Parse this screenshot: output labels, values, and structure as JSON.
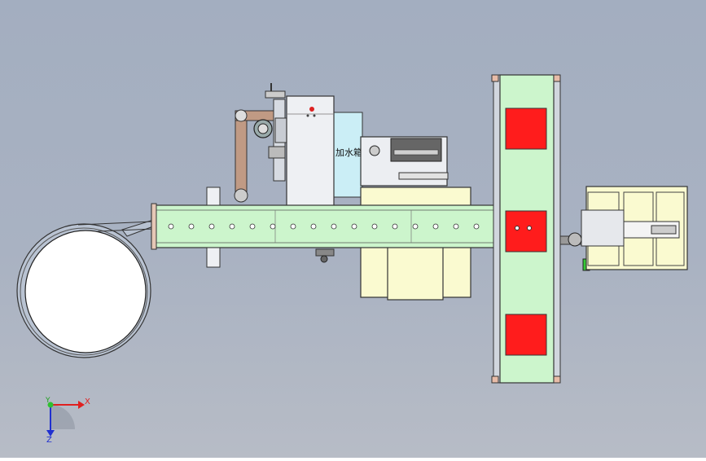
{
  "labels": {
    "tank_label": "加水箱"
  },
  "triad": {
    "x_label": "X",
    "y_label": "Y",
    "z_label": "Z"
  },
  "colors": {
    "background": "#a6b0c1",
    "conveyor_green": "#ccf5cc",
    "red_block": "#ff1c1c",
    "yellow_part": "#fafad0",
    "tank_cyan": "#cbeef6",
    "frame_brown": "#c09a84"
  }
}
